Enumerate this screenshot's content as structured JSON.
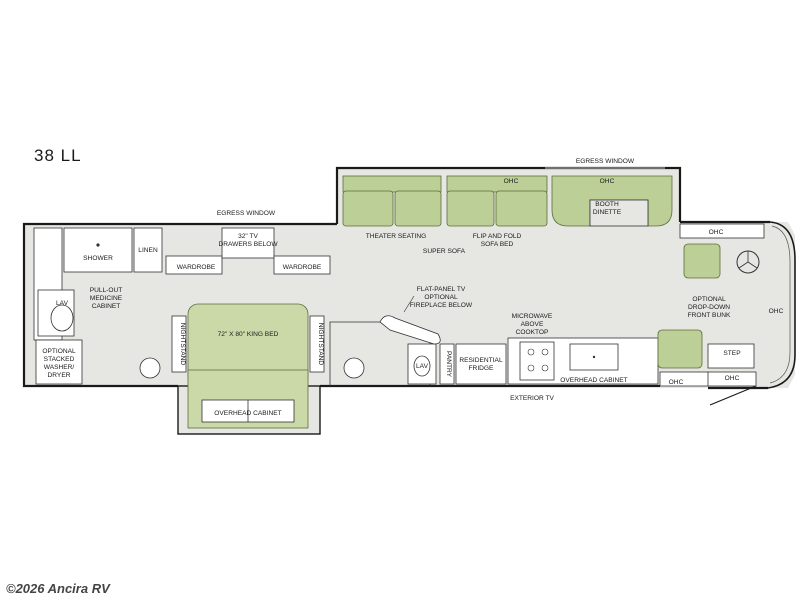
{
  "model": "38 LL",
  "copyright": "©2026 Ancira RV",
  "labels": {
    "egress_window_top": "EGRESS WINDOW",
    "egress_window_left": "EGRESS WINDOW",
    "ohc_slide": "OHC",
    "ohc_booth": "OHC",
    "booth_dinette_1": "BOOTH",
    "booth_dinette_2": "DINETTE",
    "theater_seating": "THEATER SEATING",
    "flip_fold_1": "FLIP AND FOLD",
    "flip_fold_2": "SOFA BED",
    "super_sofa": "SUPER SOFA",
    "shower": "SHOWER",
    "linen": "LINEN",
    "tv_drawers_1": "32\" TV",
    "tv_drawers_2": "DRAWERS BELOW",
    "wardrobe_left": "WARDROBE",
    "wardrobe_right": "WARDROBE",
    "pullout_1": "PULL-OUT",
    "pullout_2": "MEDICINE",
    "pullout_3": "CABINET",
    "lav_rear": "LAV",
    "washer_1": "OPTIONAL",
    "washer_2": "STACKED",
    "washer_3": "WASHER/",
    "washer_4": "DRYER",
    "nightstand_left": "NIGHTSTAND",
    "nightstand_right": "NIGHTSTAND",
    "king_bed": "72\" X 80\" KING BED",
    "overhead_cabinet_bed": "OVERHEAD CABINET",
    "flat_tv_1": "FLAT-PANEL TV",
    "flat_tv_2": "OPTIONAL",
    "flat_tv_3": "FIREPLACE BELOW",
    "lav_mid": "LAV",
    "pantry": "PANTRY",
    "fridge_1": "RESIDENTIAL",
    "fridge_2": "FRIDGE",
    "micro_1": "MICROWAVE",
    "micro_2": "ABOVE",
    "micro_3": "COOKTOP",
    "overhead_cabinet_kitchen": "OVERHEAD CABINET",
    "exterior_tv": "EXTERIOR TV",
    "ohc_front_top": "OHC",
    "bunk_1": "OPTIONAL",
    "bunk_2": "DROP-DOWN",
    "bunk_3": "FRONT BUNK",
    "ohc_front_right": "OHC",
    "step": "STEP",
    "ohc_front_bottom_left": "OHC",
    "ohc_front_bottom_right": "OHC"
  },
  "colors": {
    "floor": "#e6e6e3",
    "furniture_green": "#bccf96",
    "bed_green": "#cbd9a9",
    "wall": "#1a1a1a"
  }
}
